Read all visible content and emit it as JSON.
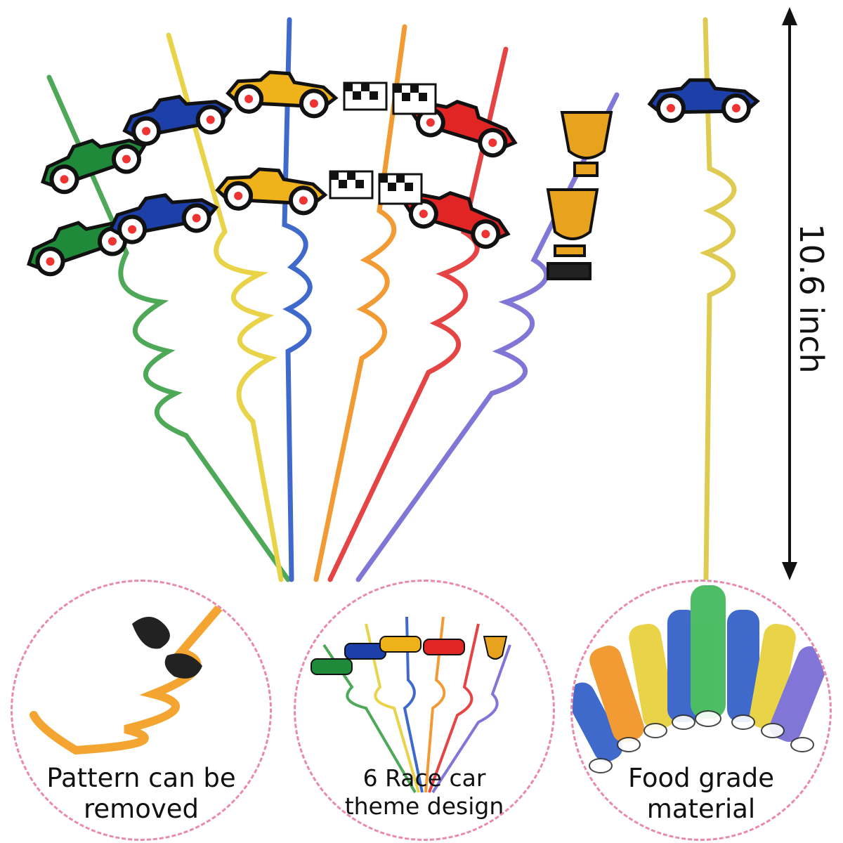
{
  "dimension": {
    "label": "10.6 inch"
  },
  "features": [
    {
      "line1": "Pattern can be",
      "line2": "removed"
    },
    {
      "line1": "6 Race car",
      "line2": "theme design"
    },
    {
      "line1": "Food grade",
      "line2": "material"
    }
  ],
  "colors": {
    "green": "#2e9a3a",
    "yellow": "#e4cc2a",
    "blue": "#1f4fc4",
    "orange": "#f08a12",
    "red": "#e12424",
    "purple": "#6b5fd0",
    "dash_circle": "#e98aa8"
  }
}
